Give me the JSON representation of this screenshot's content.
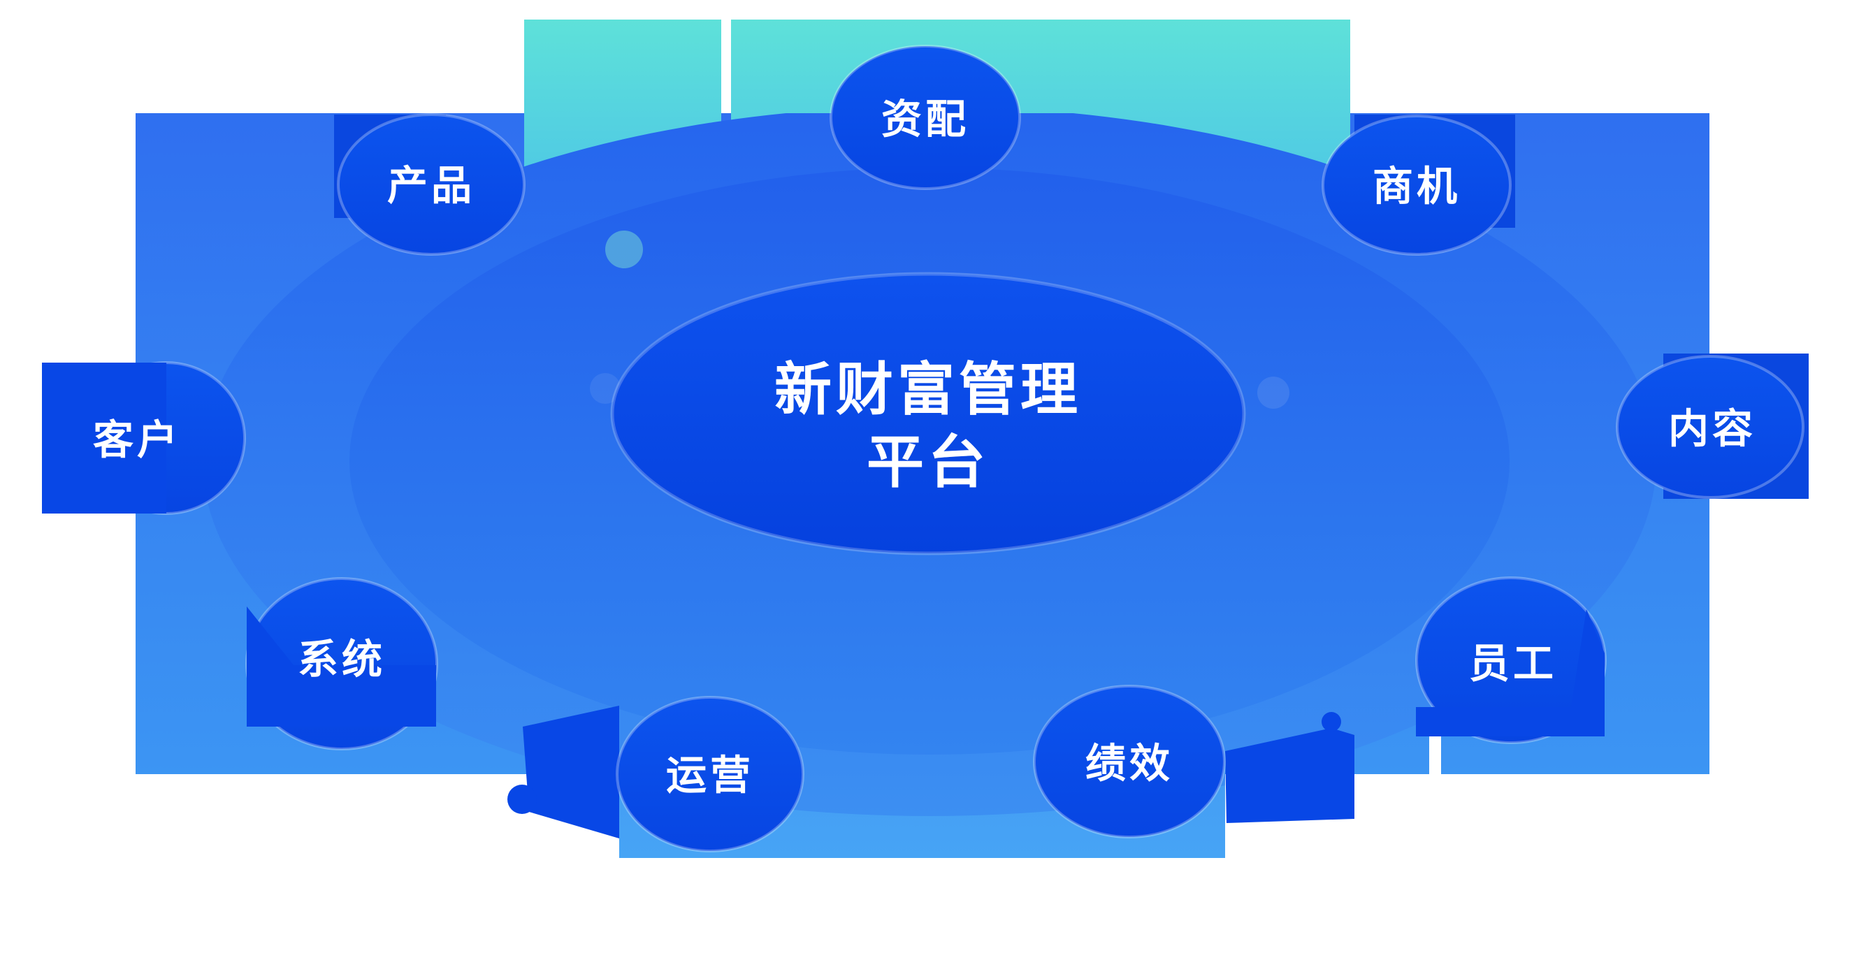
{
  "title": {
    "line1": "新财富管理",
    "line2": "平台"
  },
  "nodes": [
    {
      "id": "product",
      "label": "产品"
    },
    {
      "id": "allocation",
      "label": "资配"
    },
    {
      "id": "opportunity",
      "label": "商机"
    },
    {
      "id": "customer",
      "label": "客户"
    },
    {
      "id": "content",
      "label": "内容"
    },
    {
      "id": "system",
      "label": "系统"
    },
    {
      "id": "staff",
      "label": "员工"
    },
    {
      "id": "operations",
      "label": "运营"
    },
    {
      "id": "performance",
      "label": "绩效"
    }
  ],
  "colors": {
    "bubble_blue": "#0950EA",
    "bubble_square_blue": "#0A47DF",
    "center_ellipse_top": "#0E52EE",
    "center_ellipse_bottom": "#0541DE",
    "backdrop_top": "#2F6FF0",
    "backdrop_bottom": "#3C95F3",
    "disc_top": "#2565EE",
    "disc_bottom": "#3C8FF2",
    "inner_disc_top": "#2260EC",
    "inner_disc_bottom": "#3384F0",
    "teal_top": "#5EE1D9",
    "teal_bottom": "#48BFE9",
    "text": "#FFFFFF"
  }
}
